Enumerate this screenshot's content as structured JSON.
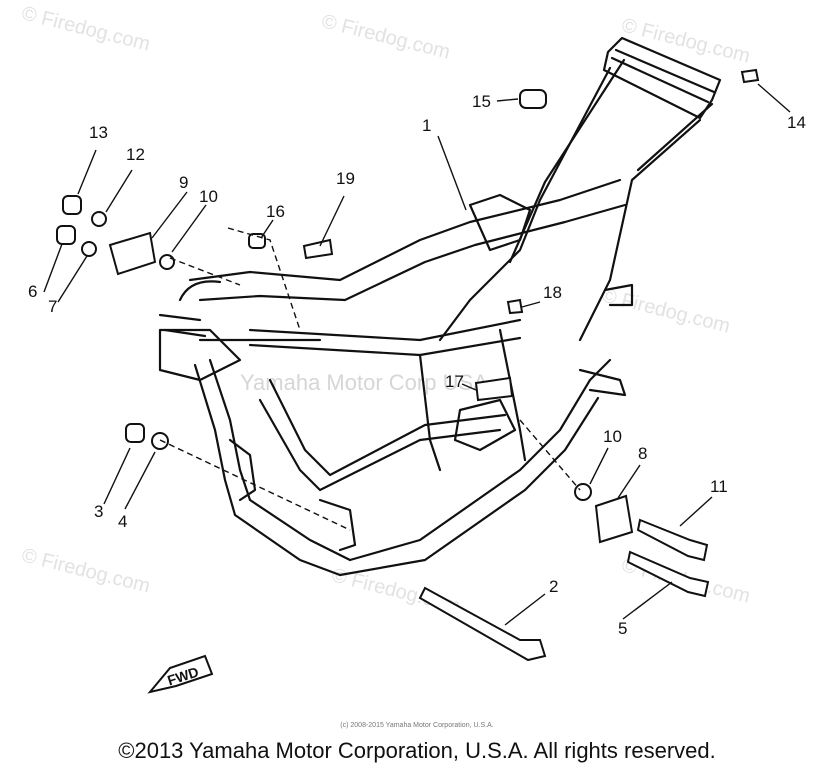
{
  "watermark_text": "© Firedog.com",
  "watermark_secondary": "Yamaha Motor Corp USA",
  "callouts": [
    "1",
    "2",
    "3",
    "4",
    "5",
    "6",
    "7",
    "8",
    "9",
    "10",
    "10",
    "11",
    "12",
    "13",
    "14",
    "15",
    "16",
    "17",
    "18",
    "19"
  ],
  "fwd_label": "FWD",
  "fine_print": "(c) 2008-2015 Yamaha Motor Corporation, U.S.A.",
  "copyright": "©2013 Yamaha Motor Corporation, U.S.A. All rights reserved.",
  "colors": {
    "line": "#111111",
    "watermark": "#e2e2e2"
  }
}
